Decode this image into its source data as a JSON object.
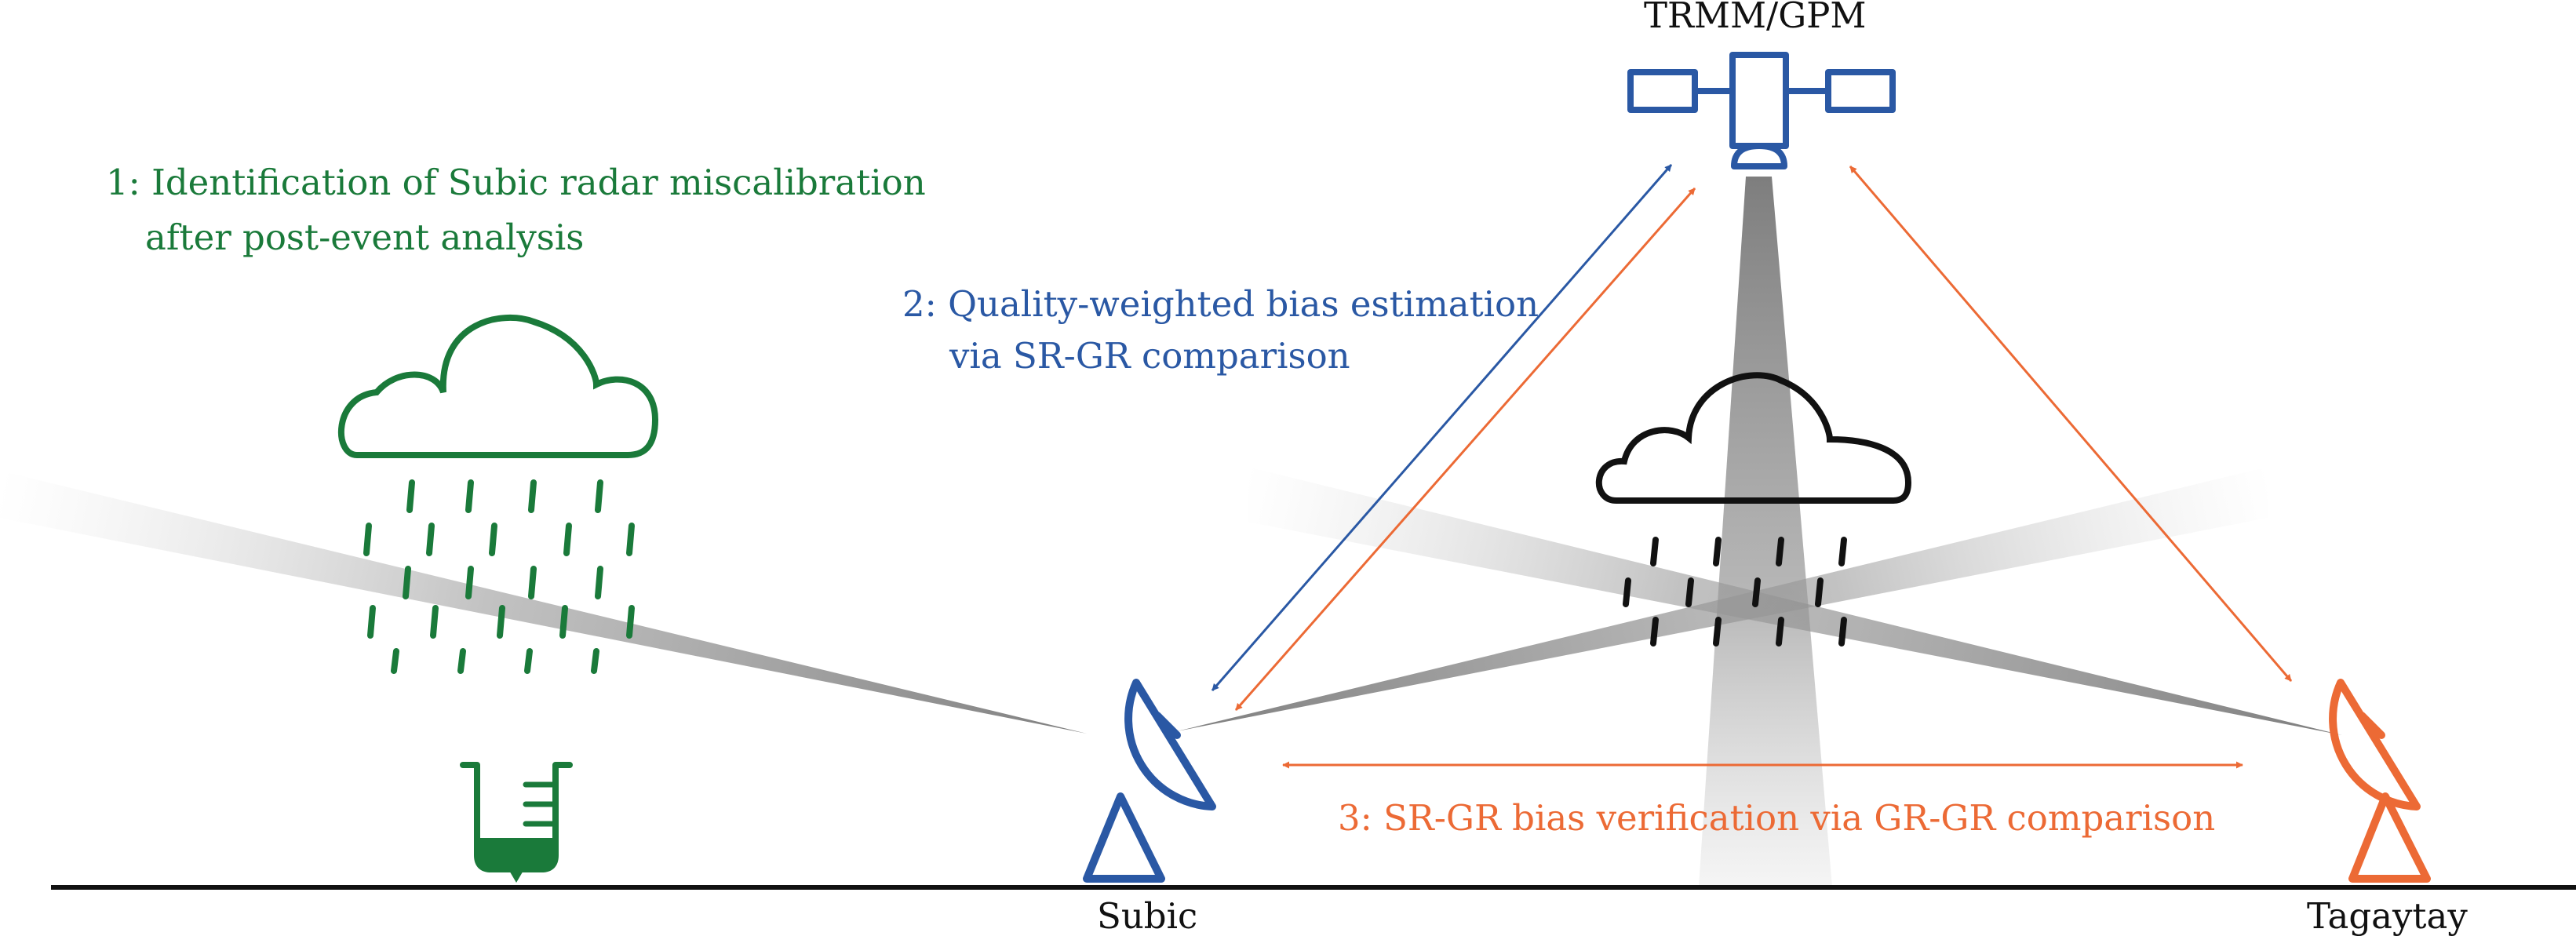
{
  "labels": {
    "satellite": "TRMM/GPM",
    "step1_line1": "1: Identification of Subic radar miscalibration",
    "step1_line2": "after post-event analysis",
    "step2_line1": "2: Quality-weighted bias estimation",
    "step2_line2": "via SR-GR comparison",
    "step3": "3: SR-GR bias verification via GR-GR comparison",
    "radar_left": "Subic",
    "radar_right": "Tagaytay"
  },
  "colors": {
    "green": "#1a7a3a",
    "blue": "#2a58a4",
    "orange": "#ec6a35",
    "black": "#111111",
    "beam": "#888888"
  },
  "icons": {
    "satellite": "satellite-icon",
    "rain_cloud_left": "rain-cloud-icon",
    "rain_cloud_center": "rain-cloud-icon",
    "rain_gauge": "rain-gauge-icon",
    "radar_left": "radar-dish-icon",
    "radar_right": "radar-dish-icon"
  }
}
